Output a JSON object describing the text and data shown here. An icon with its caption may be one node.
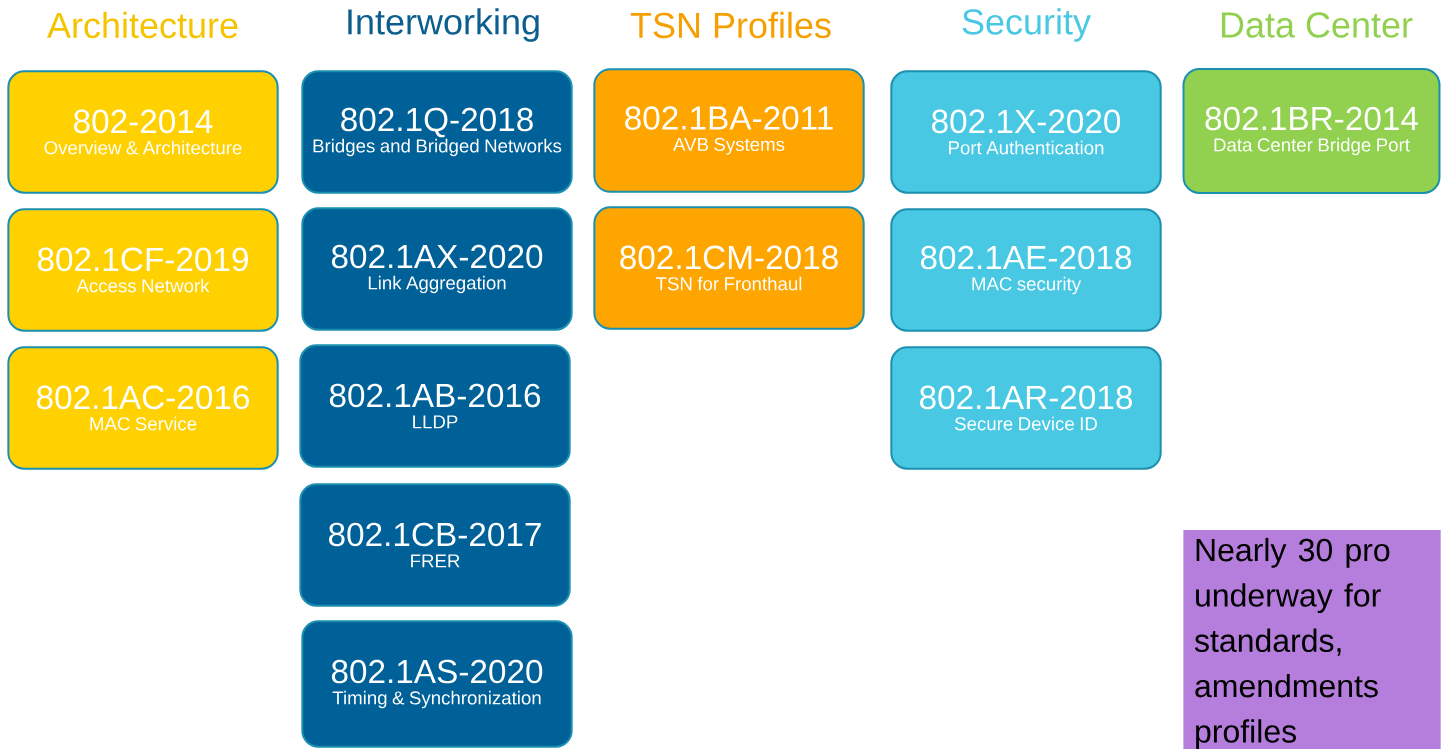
{
  "diagram": {
    "nodes": [
      {
        "text": [
          "802-2014",
          "Overview & Architecture"
        ]
      },
      {
        "text": [
          "802.1CF-2019",
          "Access Network"
        ]
      },
      {
        "text": [
          "802.1AC-2016",
          "MAC Service"
        ]
      },
      {
        "text": [
          "802.1Q-2018",
          "Bridges and Bridged Networks"
        ]
      },
      {
        "text": [
          "802.1AX-2020",
          "Link Aggregation"
        ]
      },
      {
        "text": [
          "802.1AB-2016",
          "LLDP"
        ]
      },
      {
        "text": [
          "802.1CB-2017",
          "FRER"
        ]
      },
      {
        "text": [
          "802.1AS-2020",
          "Timing & Synchronization"
        ]
      },
      {
        "text": [
          "802.1BA-2011",
          "AVB Systems"
        ]
      },
      {
        "text": [
          "802.1CM-2018",
          "TSN for Fronthaul"
        ]
      },
      {
        "text": [
          "802.1X-2020",
          "Port Authentication"
        ]
      },
      {
        "text": [
          "802.1AE-2018",
          "MAC security"
        ]
      },
      {
        "text": [
          "802.1AR-2018",
          "Secure Device ID"
        ]
      },
      {
        "text": [
          "802.1BR-2014",
          "Data Center Bridge Port"
        ]
      },
      {
        "text": [
          "Nearly 30 pro underway for standards, amendments profiles"
        ]
      }
    ],
    "labels": [
      "Architecture",
      "Interworking",
      "TSN Profiles",
      "Security",
      "Data Center"
    ]
  }
}
